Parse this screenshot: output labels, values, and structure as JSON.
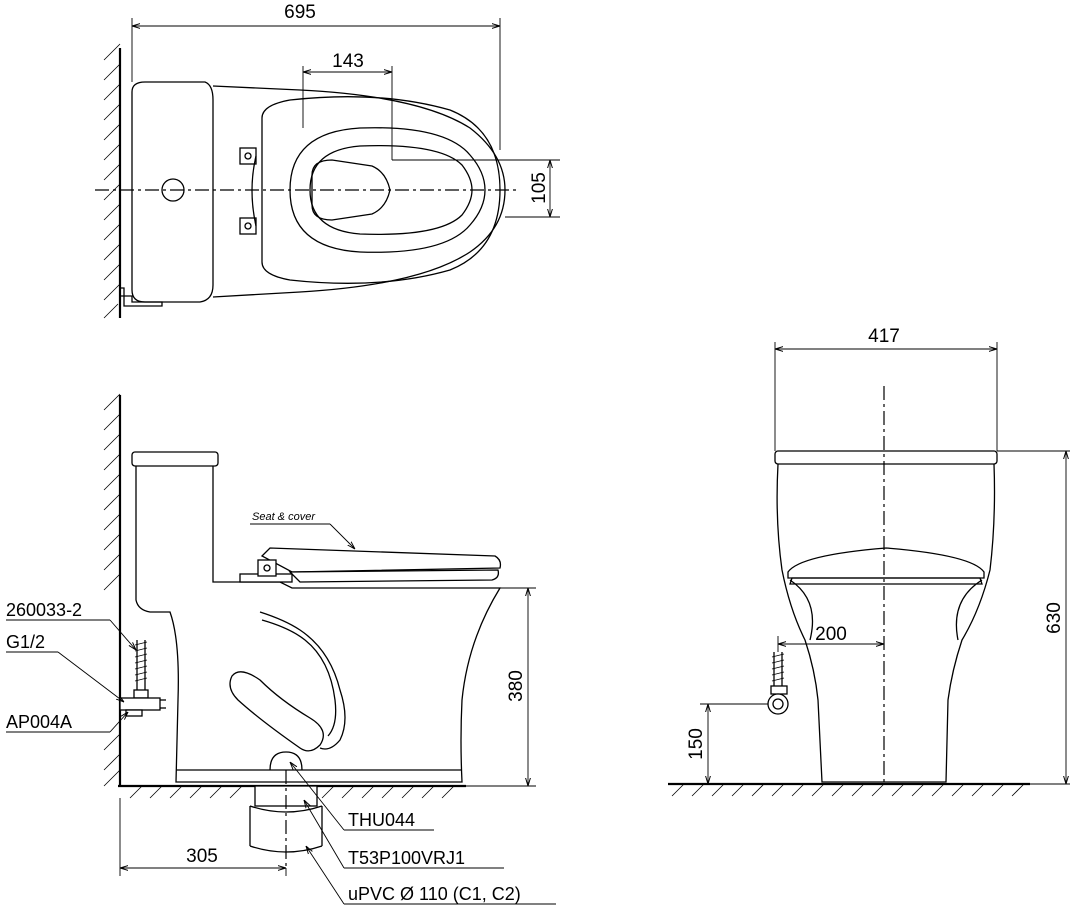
{
  "top_view": {
    "dim_overall_length": "695",
    "dim_bowl_opening": "143",
    "dim_bowl_offset": "105"
  },
  "side_view": {
    "seat_note": "Seat & cover",
    "dim_rim_height": "380",
    "dim_rough_in": "305",
    "parts": {
      "hose": "260033-2",
      "thread": "G1/2",
      "valve": "AP004A",
      "flange": "THU044",
      "adapter": "T53P100VRJ1",
      "pipe": "uPVC Ø 110 (C1, C2)"
    }
  },
  "front_view": {
    "dim_width": "417",
    "dim_height": "630",
    "dim_supply_offset": "200",
    "dim_supply_height": "150"
  }
}
